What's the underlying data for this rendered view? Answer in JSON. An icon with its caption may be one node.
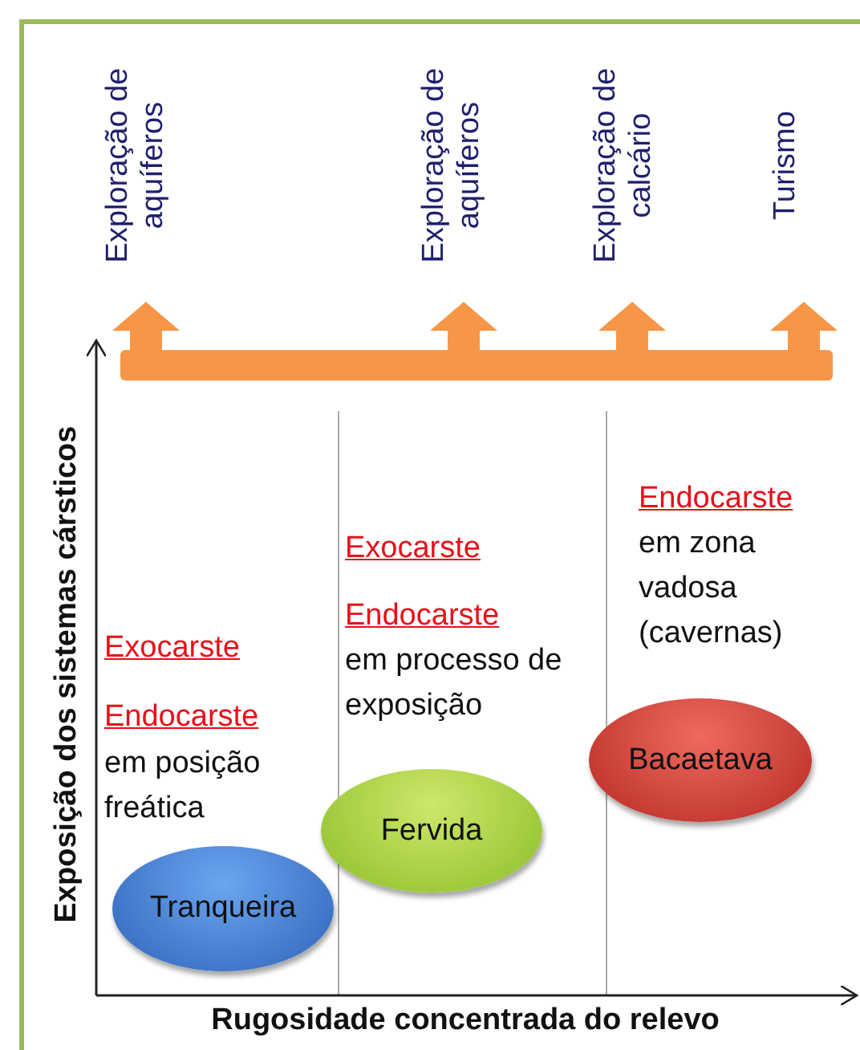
{
  "diagram": {
    "nodes": [
      {
        "text": [],
        "shape": "bar"
      },
      {
        "text": [
          "Exploração de aquíferos"
        ]
      },
      {
        "text": [
          "Exploração de aquíferos"
        ]
      },
      {
        "text": [
          "Exploração de calcário"
        ]
      },
      {
        "text": [
          "Turismo"
        ]
      },
      {
        "text": [
          "Tranqueira"
        ]
      },
      {
        "text": [
          "Fervida"
        ]
      },
      {
        "text": [
          "Bacaetava"
        ]
      }
    ],
    "edges": [
      {
        "from": 0,
        "to": 1,
        "arrow": "to"
      },
      {
        "from": 0,
        "to": 2,
        "arrow": "to"
      },
      {
        "from": 0,
        "to": 3,
        "arrow": "to"
      },
      {
        "from": 0,
        "to": 4,
        "arrow": "to"
      }
    ],
    "labels": [
      "Exposição dos sistemas cársticos",
      "Exocarste",
      "Endocarste",
      "em posição freática",
      "Exocarste",
      "Endocarste",
      "em processo de exposição",
      "Endocarste",
      "em zona vadosa (cavernas)",
      "Rugosidade concentrada do relevo"
    ]
  }
}
